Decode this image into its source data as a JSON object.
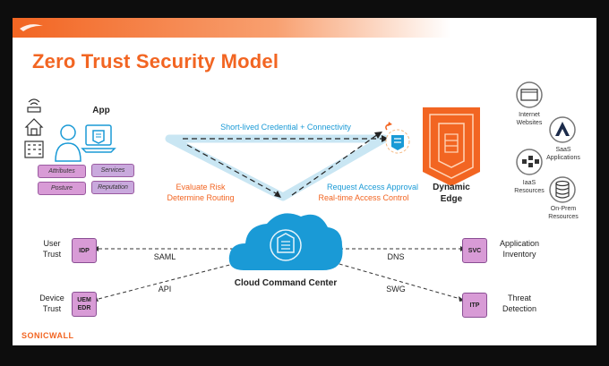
{
  "slide": {
    "title": "Zero Trust Security Model",
    "brand": "SONICWALL",
    "accent": "#f26522",
    "link_color": "#1a9ad6",
    "tag_color": "#d89bd6"
  },
  "app": {
    "label": "App",
    "tags": [
      "Attributes",
      "Services",
      "Posture",
      "Reputation"
    ],
    "device_icons": [
      "wifi-icon",
      "house-icon",
      "building-icon",
      "user-icon",
      "laptop-icon"
    ]
  },
  "edge": {
    "label_line1": "Dynamic",
    "label_line2": "Edge"
  },
  "resources": [
    {
      "line1": "Internet",
      "line2": "Websites"
    },
    {
      "line1": "SaaS",
      "line2": "Applications"
    },
    {
      "line1": "IaaS",
      "line2": "Resources"
    },
    {
      "line1": "On-Prem",
      "line2": "Resources"
    }
  ],
  "flows": {
    "top": "Short-lived Credential + Connectivity",
    "eval_line1": "Evaluate Risk",
    "eval_line2": "Determine Routing",
    "request_line1": "Request Access Approval",
    "request_line2": "Real-time Access Control"
  },
  "center": {
    "label": "Cloud Command Center"
  },
  "left_services": [
    {
      "box": "IDP",
      "label_line1": "User",
      "label_line2": "Trust",
      "link": "SAML"
    },
    {
      "box_line1": "UEM",
      "box_line2": "EDR",
      "label_line1": "Device",
      "label_line2": "Trust",
      "link": "API"
    }
  ],
  "right_services": [
    {
      "box": "SVC",
      "label_line1": "Application",
      "label_line2": "Inventory",
      "link": "DNS"
    },
    {
      "box": "ITP",
      "label_line1": "Threat",
      "label_line2": "Detection",
      "link": "SWG"
    }
  ]
}
